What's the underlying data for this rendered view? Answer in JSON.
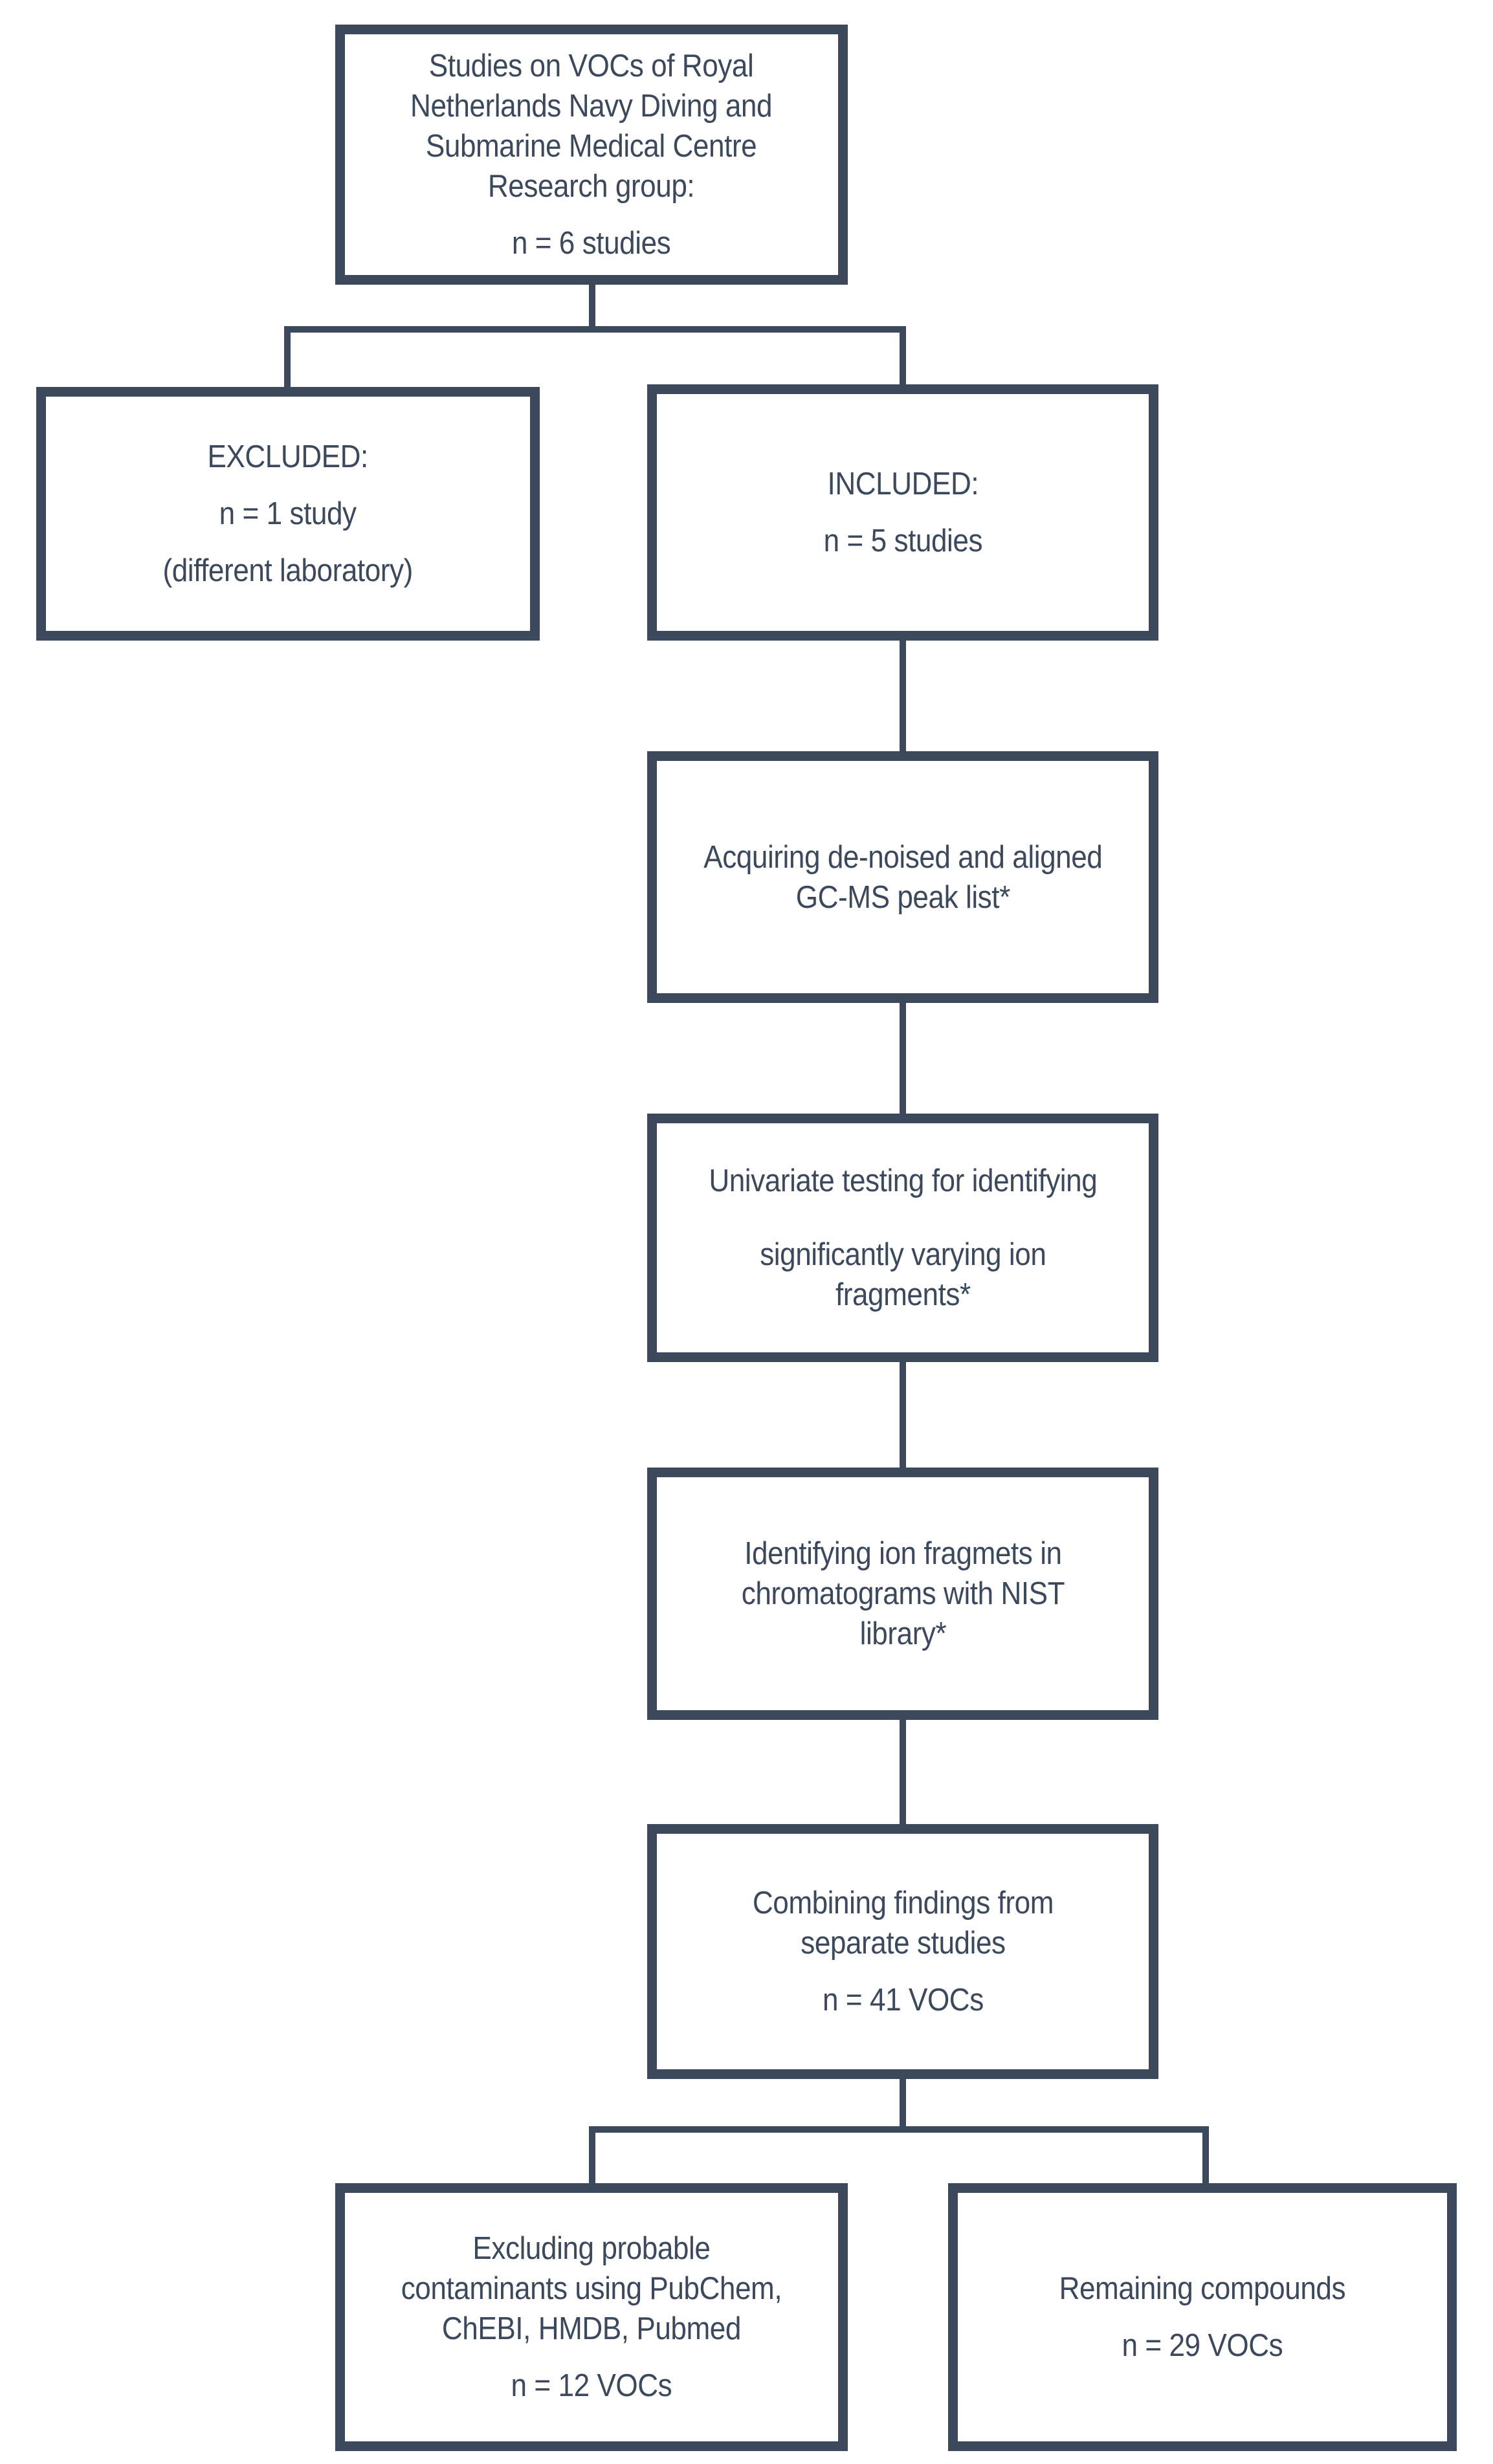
{
  "flowchart": {
    "colors": {
      "stroke": "#3c495c",
      "background": "#ffffff"
    },
    "boxes": {
      "source": {
        "text": "Studies on VOCs of Royal\nNetherlands Navy Diving and\nSubmarine Medical Centre\nResearch group:",
        "count": "n = 6 studies"
      },
      "excluded": {
        "title": "EXCLUDED:",
        "count": "n = 1 study",
        "note": "(different laboratory)"
      },
      "included": {
        "title": "INCLUDED:",
        "count": "n = 5 studies"
      },
      "peak_list": {
        "text": "Acquiring de-noised and aligned\nGC-MS peak list*"
      },
      "univariate": {
        "text": "Univariate testing for identifying",
        "text2": "significantly varying ion\nfragments*"
      },
      "nist": {
        "text": "Identifying ion fragmets in\nchromatograms with NIST\nlibrary*"
      },
      "combining": {
        "text": "Combining findings from\nseparate studies",
        "count": "n = 41 VOCs"
      },
      "exclusion": {
        "text": "Excluding probable\ncontaminants using PubChem,\nChEBI, HMDB, Pubmed",
        "count": "n = 12 VOCs"
      },
      "remaining": {
        "text": "Remaining compounds",
        "count": "n = 29 VOCs"
      }
    }
  }
}
